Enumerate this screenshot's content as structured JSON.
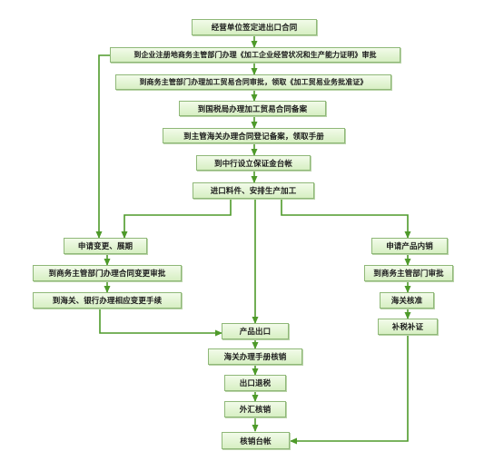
{
  "diagram": {
    "nodes": {
      "sign_contract": "经营单位签定进出口合同",
      "apply_qualification": "到企业注册地商务主管部门办理《加工企业经营状况和生产能力证明》审批",
      "contract_approval": "到商务主管部门办理加工贸易合同审批，领取《加工贸易业务批准证》",
      "tax_bureau_filing": "到国税局办理加工贸易合同备案",
      "customs_registration": "到主管海关办理合同登记备案，领取手册",
      "bank_guarantee_account": "到中行设立保证金台帐",
      "import_processing": "进口料件、安排生产加工",
      "apply_change_extension": "申请变更、展期",
      "commerce_change_approval": "到商务主管部门办理合同变更审批",
      "customs_bank_change": "到海关、银行办理相应变更手续",
      "product_export": "产品出口",
      "customs_manual_cancel": "海关办理手册核销",
      "export_tax_refund": "出口退税",
      "forex_verification": "外汇核销",
      "ledger_cancel": "核销台帐",
      "apply_domestic_sale": "申请产品内销",
      "commerce_approval": "到商务主管部门审批",
      "customs_approval": "海关核准",
      "pay_tax": "补税补证"
    },
    "line_color": "#4e9a2a"
  }
}
